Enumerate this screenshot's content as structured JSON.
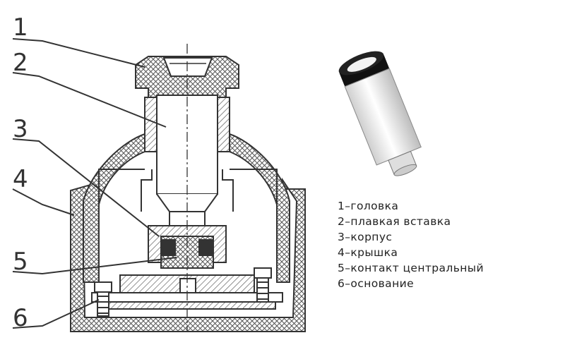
{
  "callouts": [
    "1",
    "2",
    "3",
    "4",
    "5",
    "6"
  ],
  "legend": [
    {
      "num": "1",
      "text": "головка"
    },
    {
      "num": "2",
      "text": "плавкая вставка"
    },
    {
      "num": "3",
      "text": "корпус"
    },
    {
      "num": "4",
      "text": "крышка"
    },
    {
      "num": "5",
      "text": "контакт центральный"
    },
    {
      "num": "6",
      "text": "основание"
    }
  ],
  "colors": {
    "line": "#333333",
    "hatch": "#555555",
    "fuse_body": "#f0f0f0",
    "fuse_cap": "#111111",
    "fuse_pin": "#e8e8e8"
  }
}
